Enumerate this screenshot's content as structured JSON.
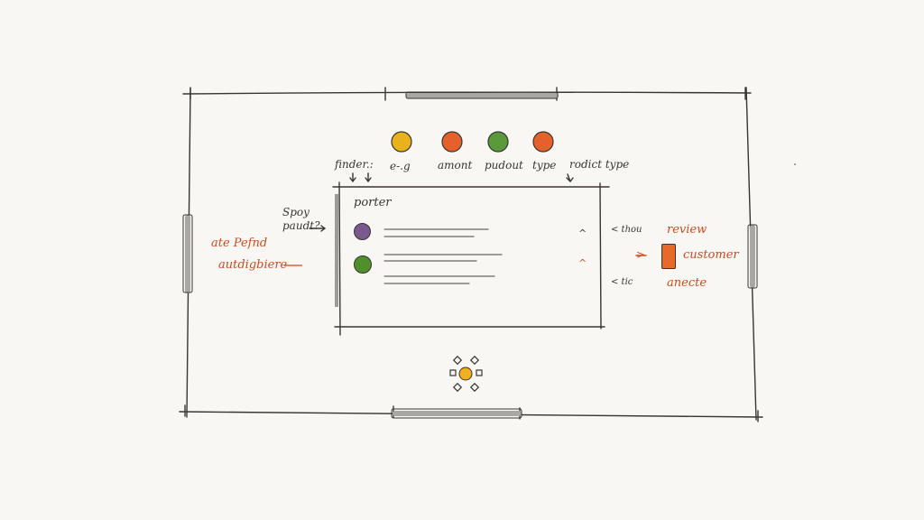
{
  "colors": {
    "ink": "#3a3530",
    "accent_red": "#cc4a1e",
    "bar_gray": "#a9a8a4",
    "paper": "#f8f7f3",
    "dot_yellow": "#e8b21a",
    "dot_orange": "#e4612c",
    "dot_green": "#5a9a3a",
    "dot_purple": "#7a5a8e",
    "dot_green_dark": "#4f8f2c",
    "handle_orange": "#e86a2a",
    "gear_center": "#f0b020"
  },
  "top_dots": [
    {
      "icon": "yellow-dot",
      "label": "finder.:"
    },
    {
      "icon": "orange-dot",
      "label": "e-.g"
    },
    {
      "icon": "green-dot",
      "label": "amont"
    },
    {
      "icon": "orange-dot",
      "label": "pudout"
    },
    {
      "icon": "orange-dot",
      "label": "type"
    }
  ],
  "extra_top_label": "rodict type",
  "inner_panel": {
    "title": "porter",
    "rows": [
      {
        "icon": "purple-dot"
      },
      {
        "icon": "green-dot"
      }
    ]
  },
  "left_notes": {
    "pointer_label": "Spoy\npaudt?",
    "red_label_1": "ate Pefnd",
    "red_label_2": "autdigbiere"
  },
  "right_notes": {
    "marker_1": "^",
    "marker_2": "^",
    "side_label_1": "< thou",
    "side_label_2": "< tic",
    "red_label_1": "review",
    "red_label_2": "customer",
    "red_label_3": "anecte",
    "arrow": ">"
  },
  "bottom_icon": "sun-gear-icon"
}
